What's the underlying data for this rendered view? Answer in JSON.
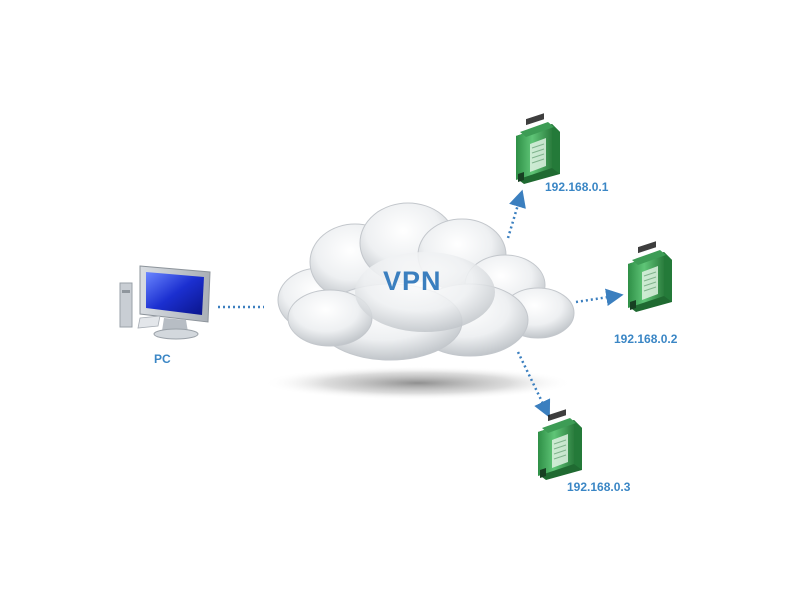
{
  "diagram": {
    "cloud_label": "VPN",
    "pc_label": "PC",
    "devices": [
      {
        "ip": "192.168.0.1"
      },
      {
        "ip": "192.168.0.2"
      },
      {
        "ip": "192.168.0.3"
      }
    ]
  },
  "colors": {
    "label_blue": "#3a86c5",
    "vpn_blue": "#3b7fbf",
    "connector_blue": "#3b7fbf",
    "device_green": "#3fae5a"
  },
  "icons": {
    "pc": "desktop-computer-icon",
    "cloud": "cloud-icon",
    "device": "din-rail-module-icon"
  }
}
